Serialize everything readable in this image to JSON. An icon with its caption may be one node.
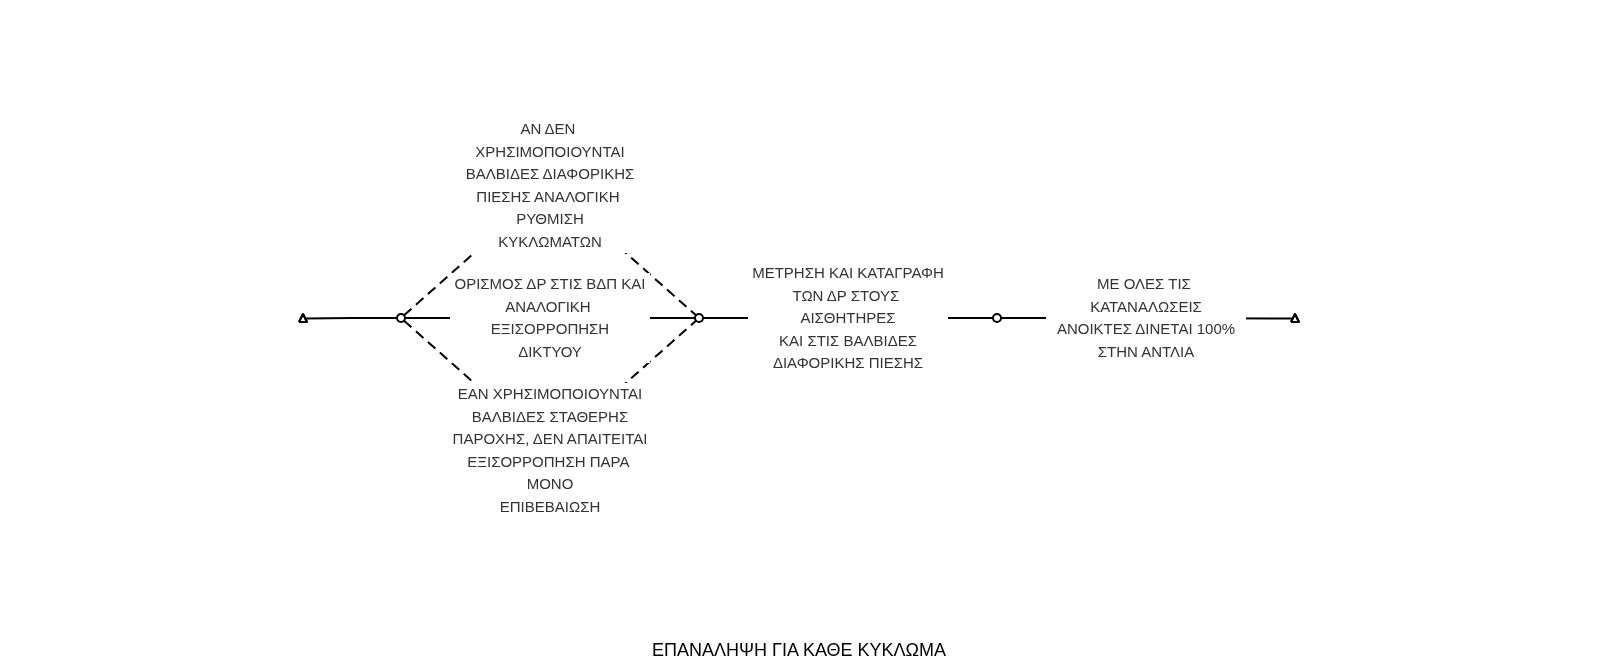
{
  "diagram": {
    "nodes": [
      {
        "text": [],
        "shape": "triangle"
      },
      {
        "text": [],
        "shape": "circle"
      },
      {
        "text": [],
        "shape": "circle"
      },
      {
        "text": [],
        "shape": "circle"
      },
      {
        "text": [],
        "shape": "triangle"
      }
    ],
    "edges": [
      {
        "from": 0,
        "to": 1,
        "arrow": "none"
      },
      {
        "from": 1,
        "to": 2,
        "arrow": "none",
        "style": "dashed",
        "label": "ΑΝ ΔΕΝ ΧΡΗΣΙΜΟΠΟΙΟΥΝΤΑΙ ΒΑΛΒΙΔΕΣ ΔΙΑΦΟΡΙΚΗΣ ΠΙΕΣΗΣ ΑΝΑΛΟΓΙΚΗ ΡΥΘΜΙΣΗ ΚΥΚΛΩΜΑΤΩΝ"
      },
      {
        "from": 1,
        "to": 2,
        "arrow": "none",
        "label": "ΟΡΙΣΜΟΣ ΔΡ ΣΤΙΣ ΒΔΠ ΚΑΙ ΑΝΑΛΟΓΙΚΗ ΕΞΙΣΟΡΡΟΠΗΣΗ ΔΙΚΤΥΟΥ"
      },
      {
        "from": 1,
        "to": 2,
        "arrow": "none",
        "style": "dashed",
        "label": "ΕΑΝ ΧΡΗΣΙΜΟΠΟΙΟΥΝΤΑΙ ΒΑΛΒΙΔΕΣ ΣΤΑΘΕΡΗΣ ΠΑΡΟΧΗΣ, ΔΕΝ ΑΠΑΙΤΕΙΤΑΙ ΕΞΙΣΟΡΡΟΠΗΣΗ ΠΑΡΑ ΜΟΝΟ ΕΠΙΒΕΒΑΙΩΣΗ"
      },
      {
        "from": 2,
        "to": 3,
        "arrow": "none",
        "label": "ΜΕΤΡΗΣΗ ΚΑΙ ΚΑΤΑΓΡΑΦΗ ΤΩΝ ΔΡ ΣΤΟΥΣ ΑΙΣΘΗΤΗΡΕΣ ΚΑΙ ΣΤΙΣ ΒΑΛΒΙΔΕΣ ΔΙΑΦΟΡΙΚΗΣ ΠΙΕΣΗΣ"
      },
      {
        "from": 3,
        "to": 4,
        "arrow": "none",
        "label": "ΜΕ ΟΛΕΣ ΤΙΣ ΚΑΤΑΝΑΛΩΣΕΙΣ ΑΝΟΙΚΤΕΣ ΔΙΝΕΤΑΙ 100% ΣΤΗΝ ΑΝΤΛΙΑ"
      }
    ],
    "labels": [
      "ΕΠΑΝΑΛΗΨΗ ΓΙΑ ΚΑΘΕ ΚΥΚΛΩΜΑ"
    ]
  }
}
